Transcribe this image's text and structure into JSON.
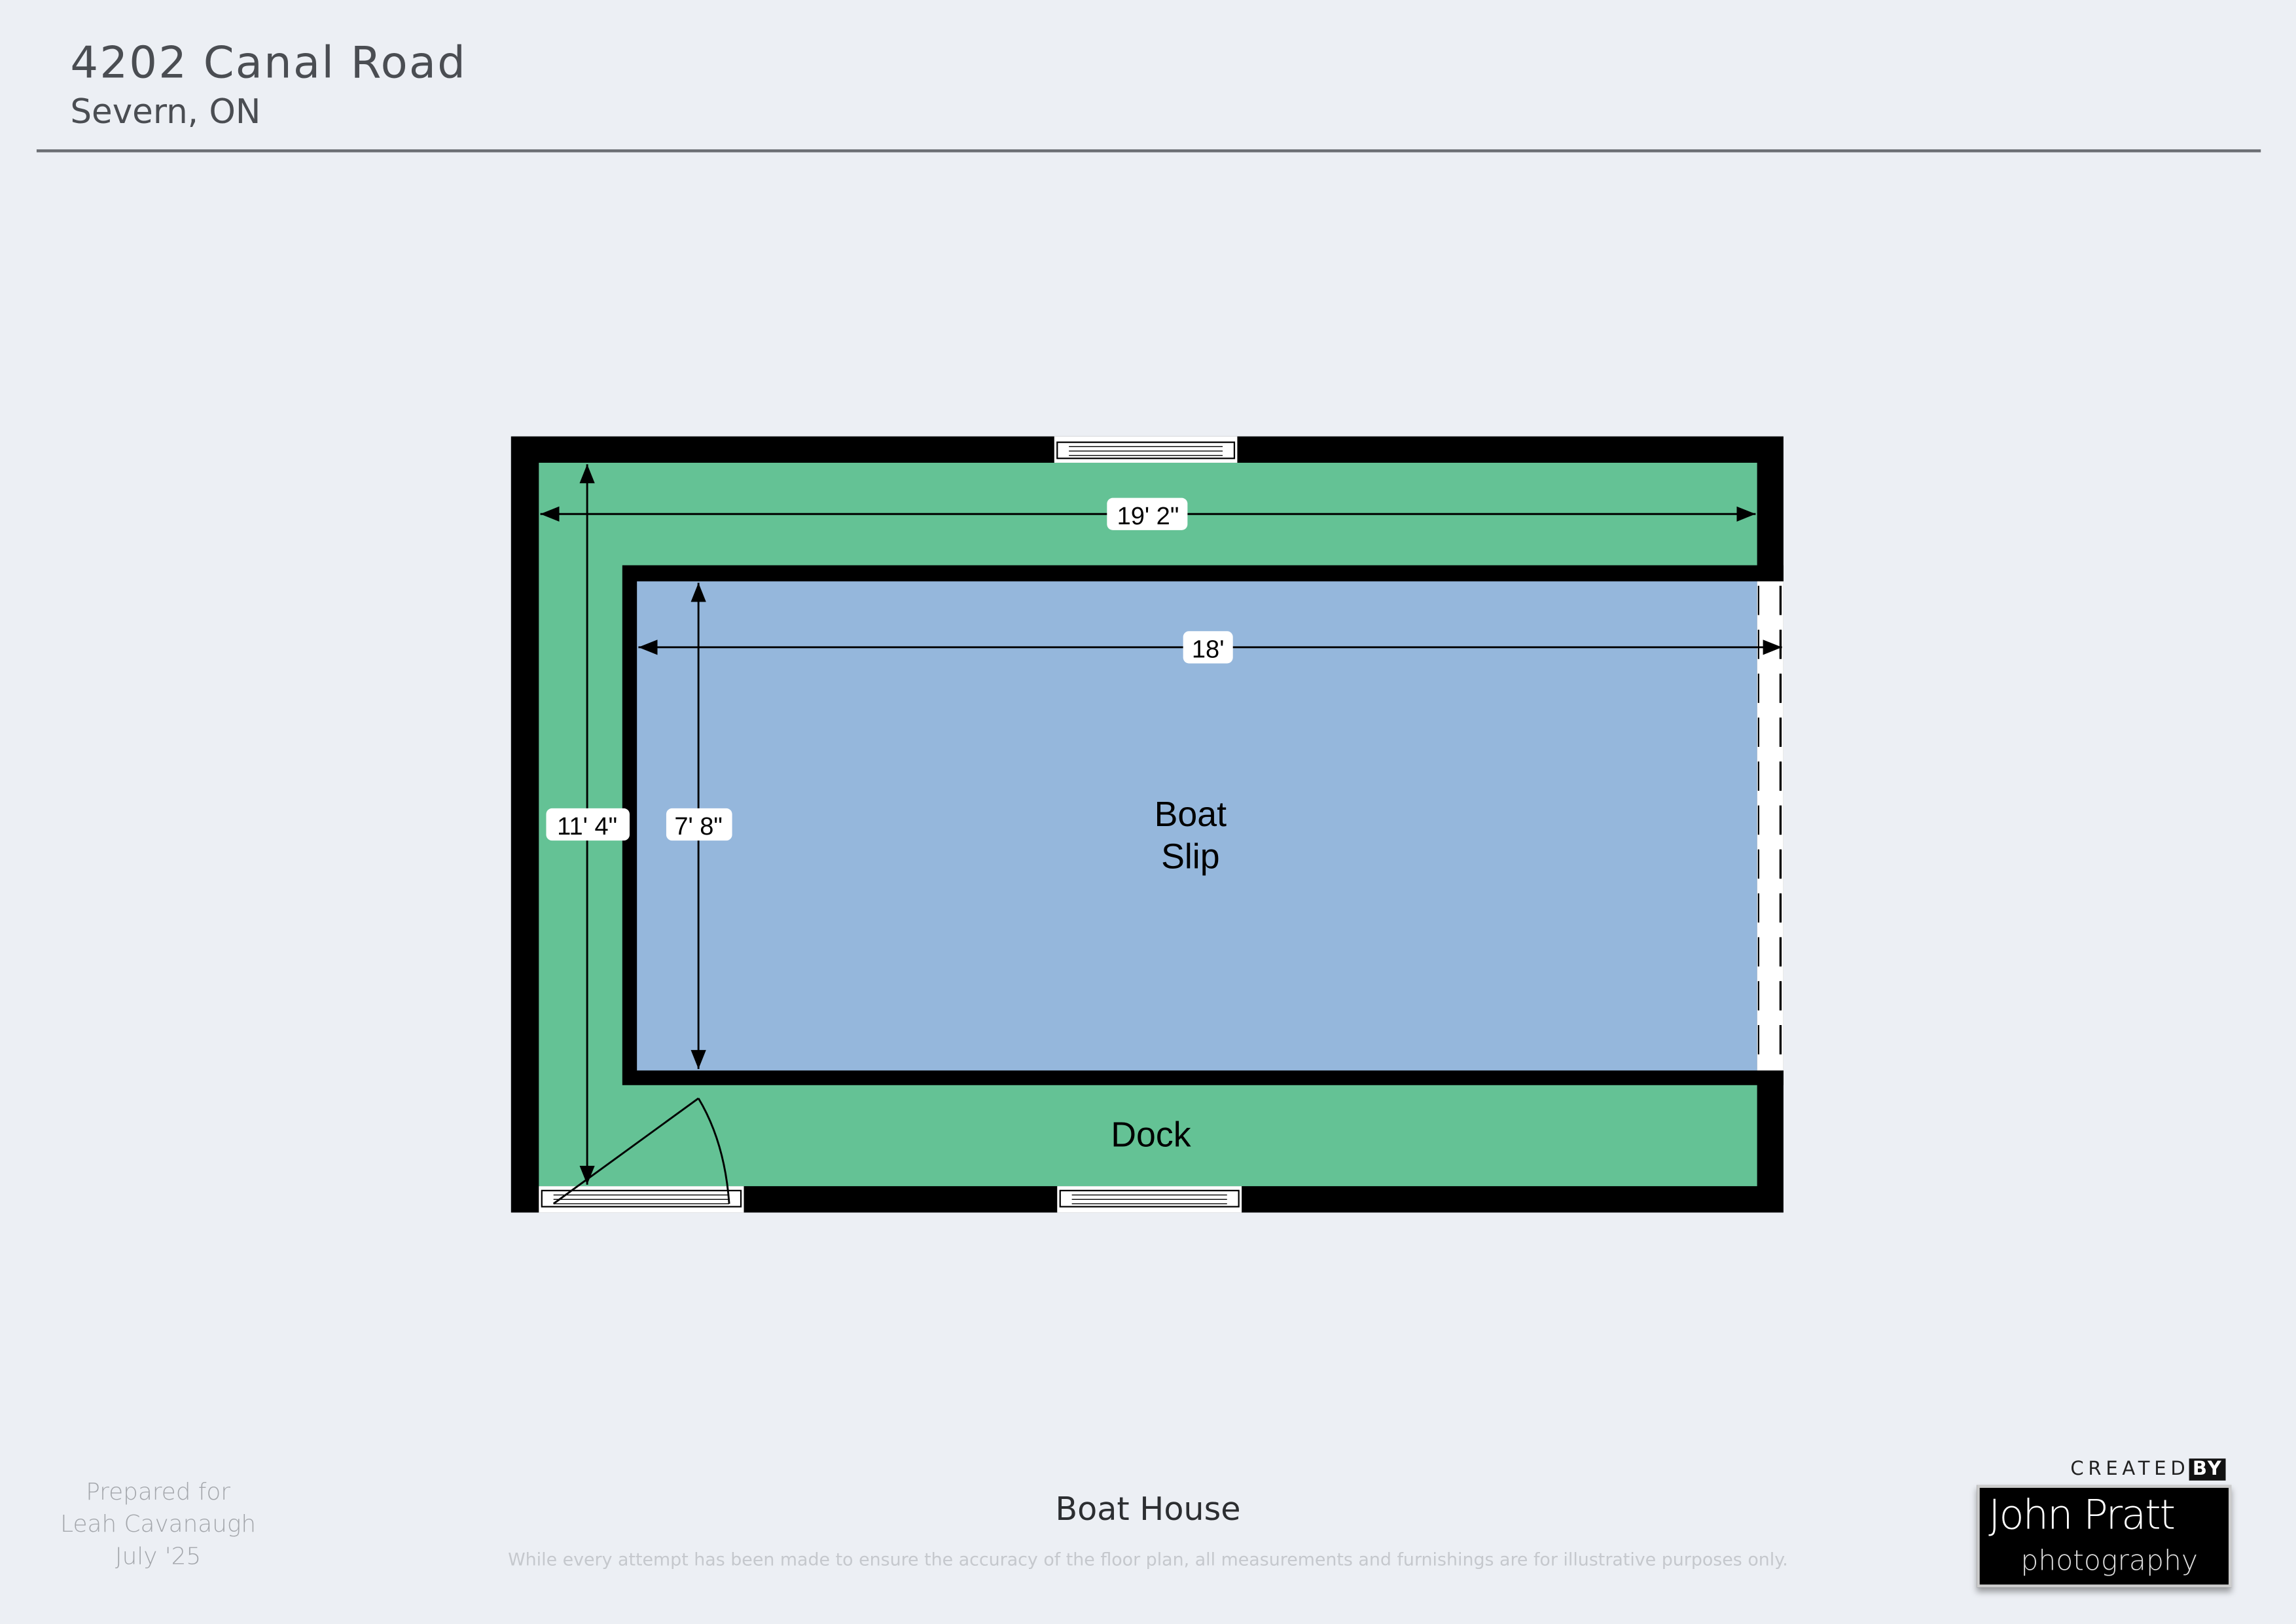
{
  "header": {
    "title": "4202 Canal Road",
    "subtitle": "Severn, ON"
  },
  "plan": {
    "rooms": [
      {
        "name": "Boat Slip",
        "lines": [
          "Boat",
          "Slip"
        ],
        "color": "#95b7dc"
      },
      {
        "name": "Dock",
        "lines": [
          "Dock"
        ],
        "color": "#64c295"
      }
    ],
    "dimensions": {
      "outer_width": "19' 2\"",
      "slip_width": "18'",
      "outer_depth": "11' 4\"",
      "slip_depth": "7' 8\""
    }
  },
  "footer": {
    "prepared": [
      "Prepared for",
      "Leah Cavanaugh",
      "July '25"
    ],
    "floor_name": "Boat House",
    "disclaimer": "While every attempt has been made to ensure the accuracy of the floor plan, all measurements and furnishings are for illustrative purposes only.",
    "logo": {
      "created": "CREATED",
      "by": "BY",
      "name": "John Pratt",
      "sub": "photography"
    }
  }
}
